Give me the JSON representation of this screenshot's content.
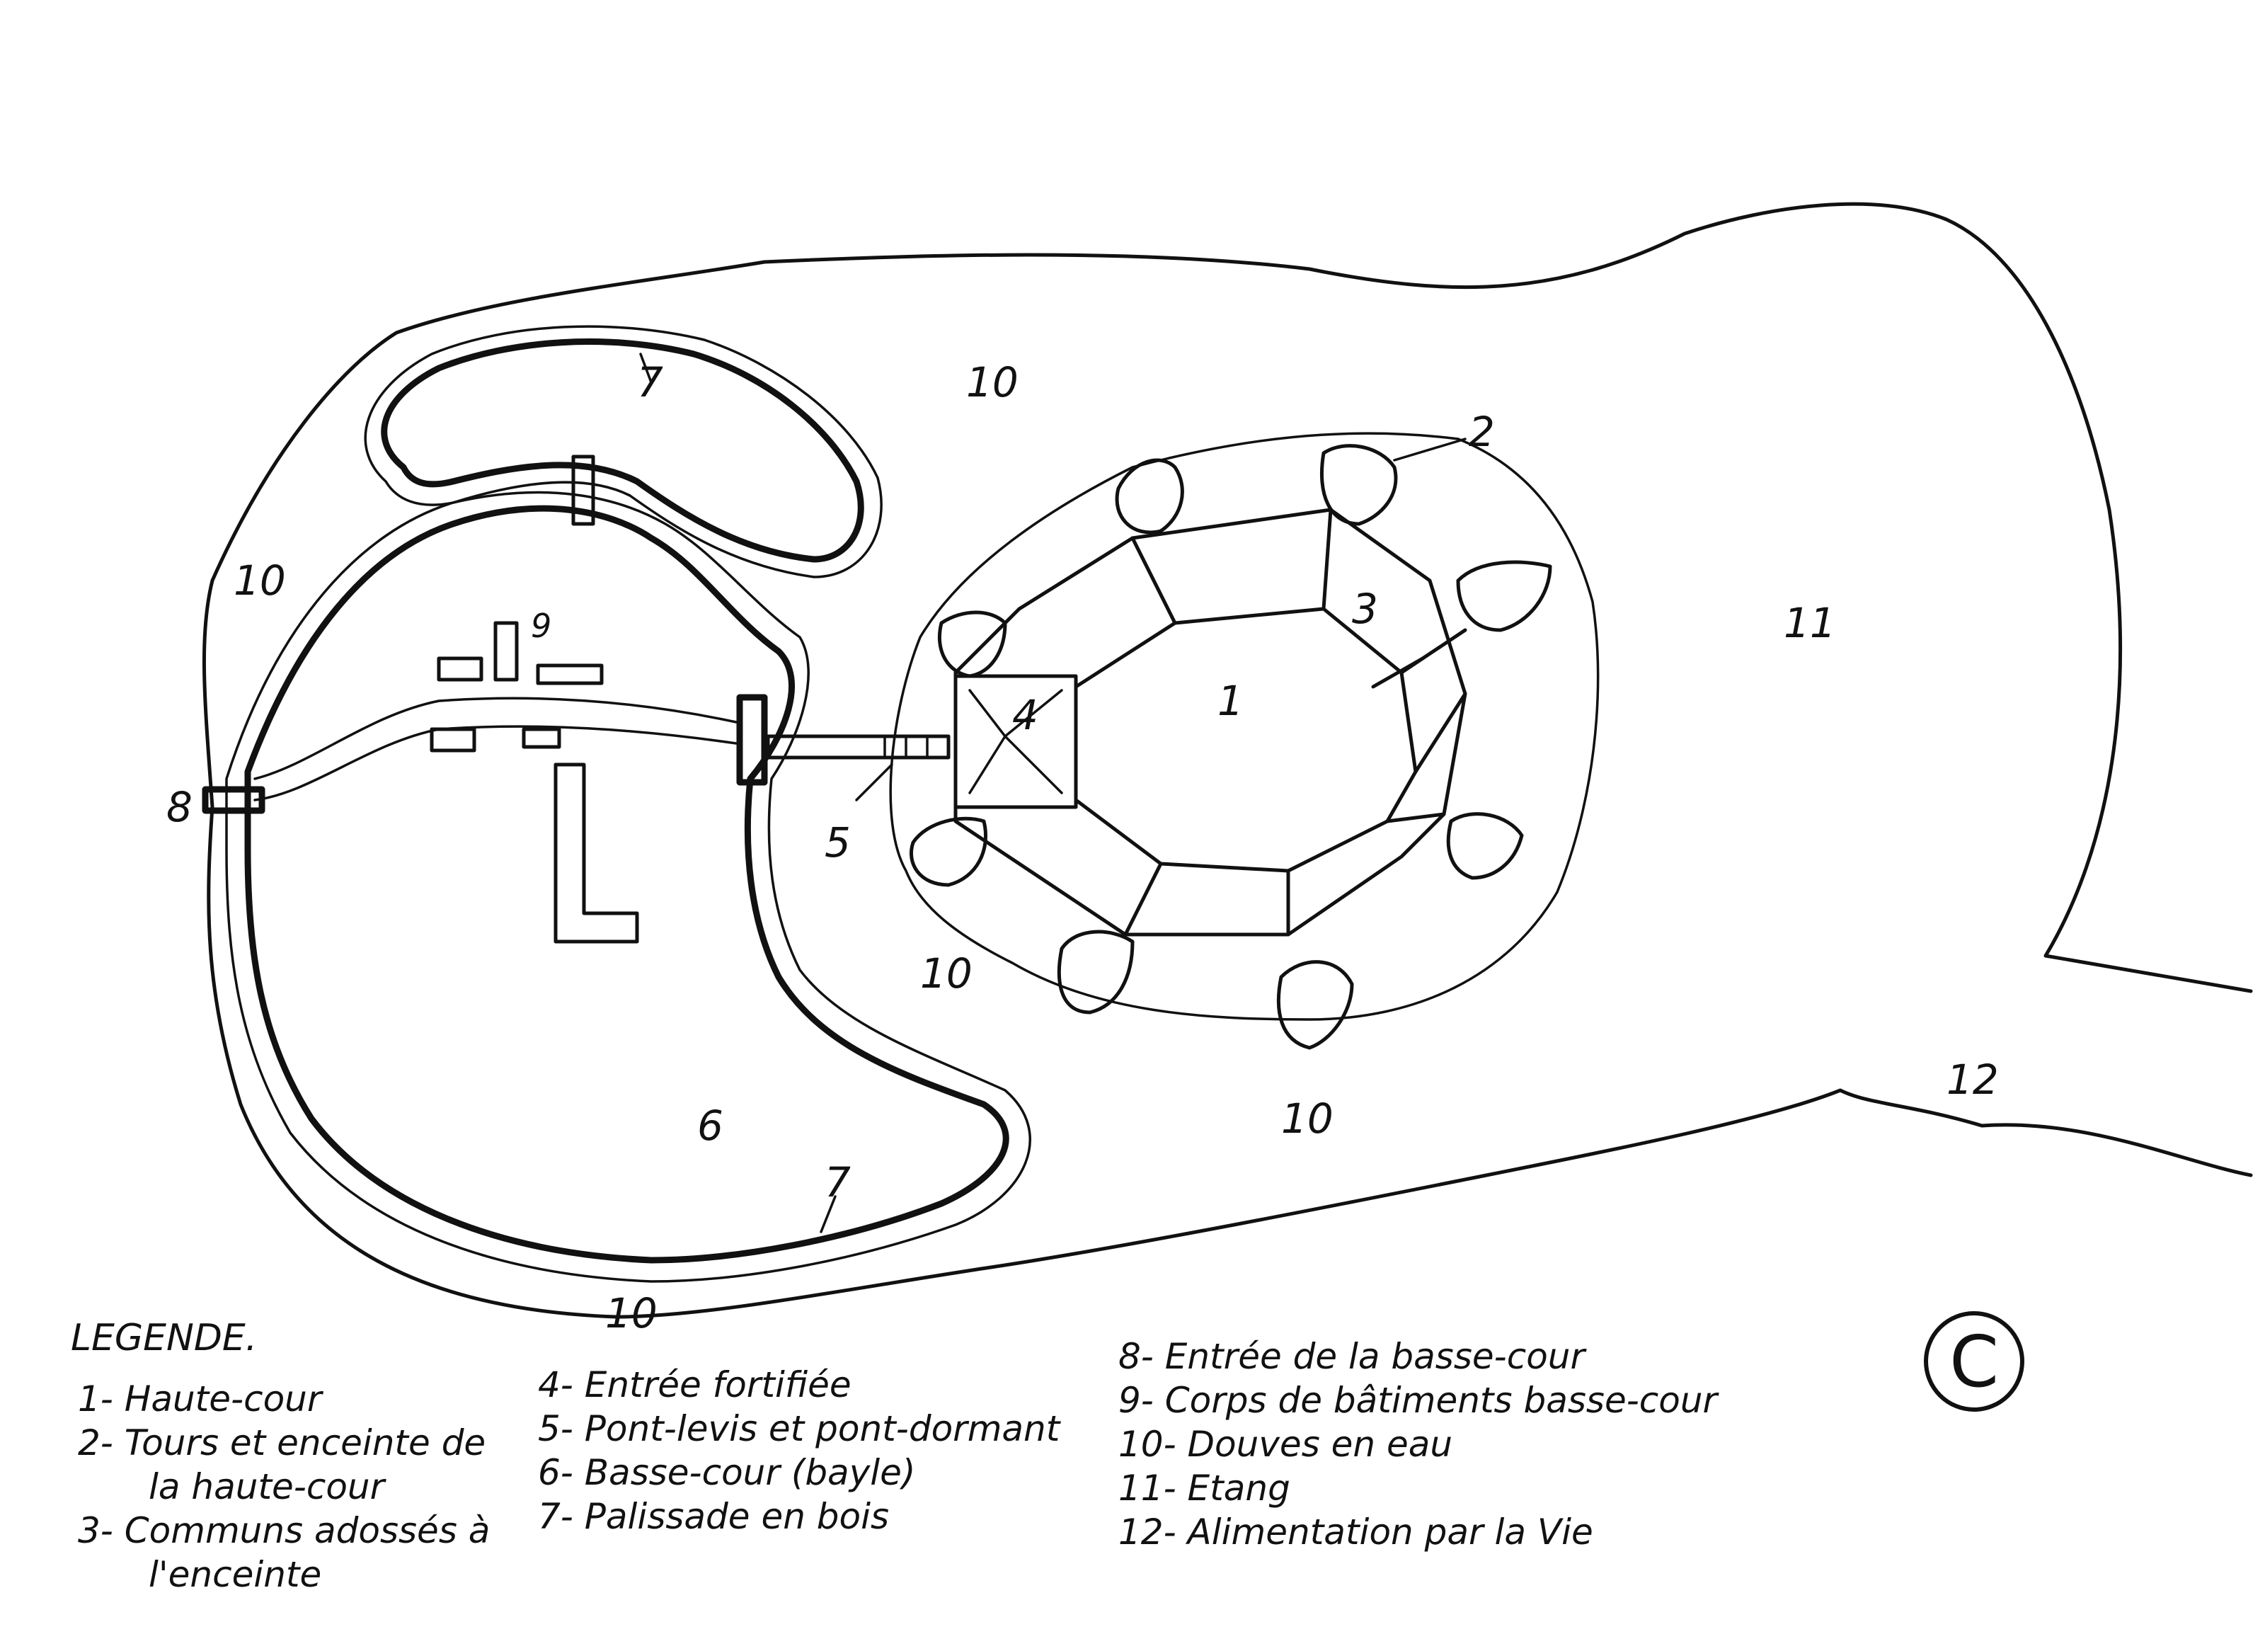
{
  "plan_labels": {
    "n1": "1",
    "n2": "2",
    "n3": "3",
    "n4": "4",
    "n5": "5",
    "n6": "6",
    "n7a": "7",
    "n7b": "7",
    "n8": "8",
    "n9": "9",
    "n10a": "10",
    "n10b": "10",
    "n10c": "10",
    "n10d": "10",
    "n10e": "10",
    "n11": "11",
    "n12": "12"
  },
  "legend": {
    "title": "LEGENDE.",
    "col1": [
      "1- Haute-cour",
      "2- Tours et enceinte de",
      "la haute-cour",
      "3- Communs adossés à",
      "l'enceinte"
    ],
    "col2": [
      "4- Entrée fortifiée",
      "5- Pont-levis et pont-dormant",
      "6- Basse-cour (bayle)",
      "7- Palissade en bois"
    ],
    "col3": [
      "8- Entrée de la basse-cour",
      "9- Corps de bâtiments basse-cour",
      "10- Douves en eau",
      "11- Etang",
      "12- Alimentation par la Vie"
    ]
  },
  "copyright_symbol": "C"
}
